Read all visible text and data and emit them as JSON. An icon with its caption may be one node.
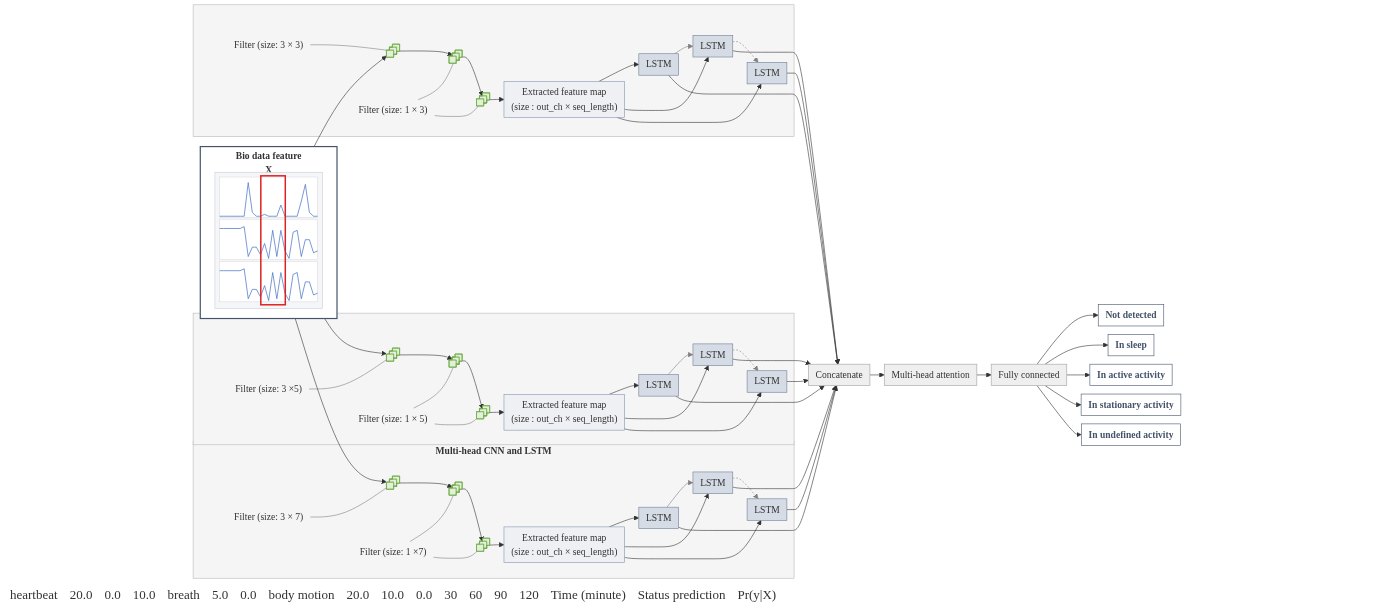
{
  "diagram": {
    "nodes": [
      {
        "text": [
          "Bio data feature",
          "X"
        ]
      },
      {
        "text": [],
        "shape": "picture",
        "in": 0
      },
      {
        "text": [],
        "shape": "box"
      },
      {
        "text": [
          "Filter (size: 3 × 3)"
        ],
        "in": 2
      },
      {
        "text": [],
        "shape": "box",
        "in": 2
      },
      {
        "text": [
          "Filter (size: 1 × 3)"
        ],
        "in": 2
      },
      {
        "text": [],
        "shape": "box",
        "in": 2
      },
      {
        "text": [],
        "shape": "box",
        "in": 2
      },
      {
        "text": [
          "Extracted feature map",
          "(size : out_ch × seq_length)"
        ],
        "in": 2
      },
      {
        "text": [
          "LSTM"
        ],
        "in": 2
      },
      {
        "text": [
          "LSTM"
        ],
        "in": 2
      },
      {
        "text": [
          "LSTM"
        ],
        "in": 2
      },
      {
        "text": [],
        "shape": "box"
      },
      {
        "text": [
          "Filter (size: 3 ×5)"
        ],
        "in": 12
      },
      {
        "text": [],
        "shape": "box",
        "in": 12
      },
      {
        "text": [
          "Filter (size: 1 × 5)"
        ],
        "in": 12
      },
      {
        "text": [],
        "shape": "box",
        "in": 12
      },
      {
        "text": [],
        "shape": "box",
        "in": 12
      },
      {
        "text": [
          "Extracted feature map",
          "(size : out_ch × seq_length)"
        ],
        "in": 12
      },
      {
        "text": [
          "LSTM"
        ],
        "in": 12
      },
      {
        "text": [
          "LSTM"
        ],
        "in": 12
      },
      {
        "text": [
          "LSTM"
        ],
        "in": 12
      },
      {
        "text": [
          "Multi-head CNN and LSTM"
        ]
      },
      {
        "text": [
          "Filter (size: 3 × 7)"
        ],
        "in": 22
      },
      {
        "text": [],
        "shape": "box",
        "in": 22
      },
      {
        "text": [
          "Filter (size: 1 ×7)"
        ],
        "in": 22
      },
      {
        "text": [],
        "shape": "box",
        "in": 22
      },
      {
        "text": [],
        "shape": "box",
        "in": 22
      },
      {
        "text": [
          "Extracted feature map",
          "(size : out_ch × seq_length)"
        ],
        "in": 22
      },
      {
        "text": [
          "LSTM"
        ],
        "in": 22
      },
      {
        "text": [
          "LSTM"
        ],
        "in": 22
      },
      {
        "text": [
          "LSTM"
        ],
        "in": 22
      },
      {
        "text": [
          "Concatenate"
        ]
      },
      {
        "text": [
          "Multi-head attention"
        ]
      },
      {
        "text": [
          "Fully connected"
        ]
      },
      {
        "text": [
          "Not detected"
        ]
      },
      {
        "text": [
          "In sleep"
        ]
      },
      {
        "text": [
          "In active activity"
        ]
      },
      {
        "text": [
          "In stationary activity"
        ]
      },
      {
        "text": [
          "In undefined activity"
        ]
      }
    ],
    "edges": [
      {
        "from": 0,
        "to": 4,
        "arrow": "to"
      },
      {
        "from": 3,
        "to": 4,
        "arrow": "none",
        "color": "#808080"
      },
      {
        "from": 4,
        "to": 6,
        "arrow": "to"
      },
      {
        "from": 5,
        "to": 6,
        "arrow": "none",
        "color": "#808080"
      },
      {
        "from": 5,
        "to": 7,
        "arrow": "none",
        "color": "#808080"
      },
      {
        "from": 6,
        "to": 7,
        "arrow": "to"
      },
      {
        "from": 7,
        "to": 8,
        "arrow": "to"
      },
      {
        "from": 8,
        "to": 9,
        "arrow": "to"
      },
      {
        "from": 8,
        "to": 10,
        "arrow": "to"
      },
      {
        "from": 8,
        "to": 11,
        "arrow": "to"
      },
      {
        "from": 9,
        "to": 10,
        "arrow": "to",
        "color": "#808080"
      },
      {
        "from": 10,
        "to": 11,
        "arrow": "to",
        "style": "dashed",
        "color": "#808080"
      },
      {
        "from": 9,
        "to": 32,
        "arrow": "to"
      },
      {
        "from": 10,
        "to": 32,
        "arrow": "to"
      },
      {
        "from": 11,
        "to": 32,
        "arrow": "to"
      },
      {
        "from": 0,
        "to": 14,
        "arrow": "to"
      },
      {
        "from": 13,
        "to": 14,
        "arrow": "none",
        "color": "#808080"
      },
      {
        "from": 14,
        "to": 16,
        "arrow": "to"
      },
      {
        "from": 15,
        "to": 16,
        "arrow": "none",
        "color": "#808080"
      },
      {
        "from": 15,
        "to": 17,
        "arrow": "none",
        "color": "#808080"
      },
      {
        "from": 16,
        "to": 17,
        "arrow": "to"
      },
      {
        "from": 17,
        "to": 18,
        "arrow": "to"
      },
      {
        "from": 18,
        "to": 19,
        "arrow": "to"
      },
      {
        "from": 18,
        "to": 20,
        "arrow": "to"
      },
      {
        "from": 18,
        "to": 21,
        "arrow": "to"
      },
      {
        "from": 19,
        "to": 20,
        "arrow": "to",
        "color": "#808080"
      },
      {
        "from": 20,
        "to": 21,
        "arrow": "to",
        "style": "dashed",
        "color": "#808080"
      },
      {
        "from": 19,
        "to": 32,
        "arrow": "to"
      },
      {
        "from": 20,
        "to": 32,
        "arrow": "to"
      },
      {
        "from": 21,
        "to": 32,
        "arrow": "to"
      },
      {
        "from": 0,
        "to": 24,
        "arrow": "to"
      },
      {
        "from": 23,
        "to": 24,
        "arrow": "none",
        "color": "#808080"
      },
      {
        "from": 24,
        "to": 26,
        "arrow": "to"
      },
      {
        "from": 25,
        "to": 26,
        "arrow": "none",
        "color": "#808080"
      },
      {
        "from": 25,
        "to": 27,
        "arrow": "none",
        "color": "#808080"
      },
      {
        "from": 26,
        "to": 27,
        "arrow": "to"
      },
      {
        "from": 27,
        "to": 28,
        "arrow": "to"
      },
      {
        "from": 28,
        "to": 29,
        "arrow": "to"
      },
      {
        "from": 28,
        "to": 30,
        "arrow": "to"
      },
      {
        "from": 28,
        "to": 31,
        "arrow": "to"
      },
      {
        "from": 29,
        "to": 30,
        "arrow": "to",
        "color": "#808080"
      },
      {
        "from": 30,
        "to": 31,
        "arrow": "to",
        "style": "dashed",
        "color": "#808080"
      },
      {
        "from": 29,
        "to": 32,
        "arrow": "to"
      },
      {
        "from": 30,
        "to": 32,
        "arrow": "to"
      },
      {
        "from": 31,
        "to": 32,
        "arrow": "to"
      },
      {
        "from": 32,
        "to": 33,
        "arrow": "to"
      },
      {
        "from": 33,
        "to": 34,
        "arrow": "to"
      },
      {
        "from": 34,
        "to": 35,
        "arrow": "to"
      },
      {
        "from": 34,
        "to": 36,
        "arrow": "to"
      },
      {
        "from": 34,
        "to": 37,
        "arrow": "to"
      },
      {
        "from": 34,
        "to": 38,
        "arrow": "to"
      },
      {
        "from": 34,
        "to": 39,
        "arrow": "to"
      }
    ],
    "labels": [
      "heartbeat",
      "20.0",
      "0.0",
      "10.0",
      "breath",
      "5.0",
      "0.0",
      "body motion",
      "20.0",
      "10.0",
      "0.0",
      "30",
      "60",
      "90",
      "120",
      "Time (minute)",
      "Status prediction",
      "Pr(y|X)"
    ]
  }
}
